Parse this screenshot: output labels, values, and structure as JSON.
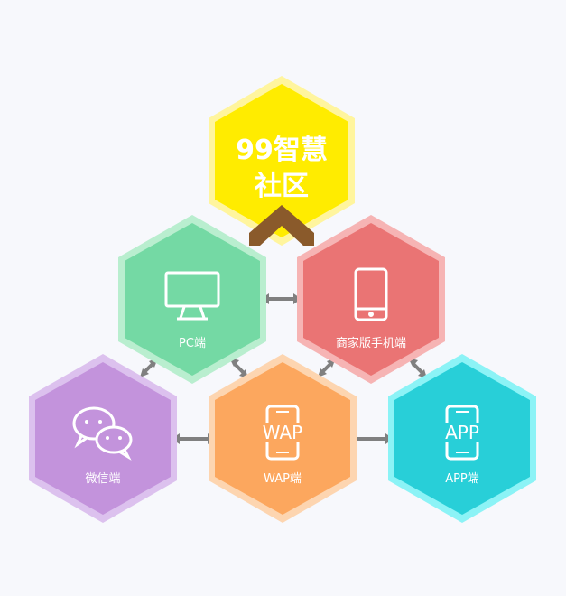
{
  "center": {
    "line1": "99智慧",
    "line2": "社区"
  },
  "nodes": {
    "pc": {
      "label": "PC端",
      "color": "#74d9a4",
      "border": "#b9eecf"
    },
    "merchant": {
      "label": "商家版手机端",
      "color": "#ea7474",
      "border": "#f6b4b4"
    },
    "wechat": {
      "label": "微信端",
      "color": "#c393dc",
      "border": "#dcc1ee"
    },
    "wap": {
      "label": "WAP端",
      "icon_text": "WAP",
      "color": "#fca75e",
      "border": "#fdd5b0"
    },
    "app": {
      "label": "APP端",
      "icon_text": "APP",
      "color": "#28cfd8",
      "border": "#8cf3f6"
    }
  },
  "center_color": "#ffec00",
  "center_border": "#fff59e",
  "arrow_color": "#808080",
  "chevron_color": "#8a5a2b"
}
